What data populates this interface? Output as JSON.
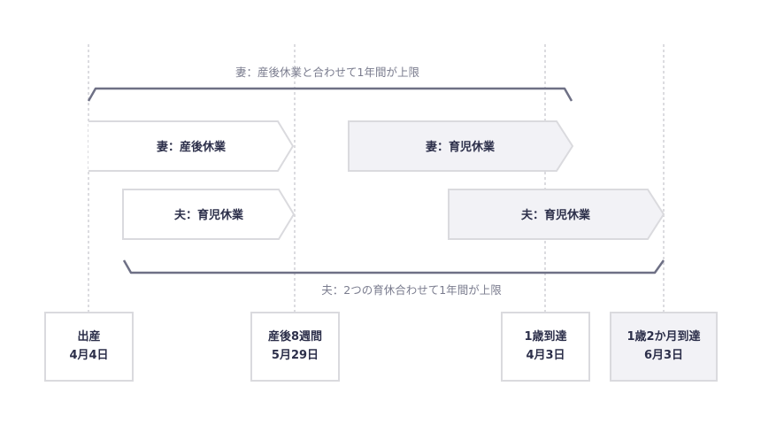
{
  "wife_span_caption": "妻：産後休業と合わせて1年間が上限",
  "husband_span_caption": "夫：2つの育休合わせて1年間が上限",
  "bars": [
    {
      "id": "wife-maternity",
      "label": "妻：産後休業",
      "shaded": false
    },
    {
      "id": "wife-childcare",
      "label": "妻：育児休業",
      "shaded": true
    },
    {
      "id": "husband-childcare-1",
      "label": "夫：育児休業",
      "shaded": false
    },
    {
      "id": "husband-childcare-2",
      "label": "夫：育児休業",
      "shaded": true
    }
  ],
  "milestones": [
    {
      "line1": "出産",
      "line2": "4月4日"
    },
    {
      "line1": "産後8週間",
      "line2": "5月29日"
    },
    {
      "line1": "1歳到達",
      "line2": "4月3日"
    },
    {
      "line1": "1歳2か月到達",
      "line2": "6月3日"
    }
  ],
  "colors": {
    "line": "#6e7085",
    "dotted": "#d0d0d6",
    "border": "#dadade",
    "fill_shaded": "#f2f2f6",
    "text": "#2c2f4a",
    "caption": "#7a7c8e"
  }
}
